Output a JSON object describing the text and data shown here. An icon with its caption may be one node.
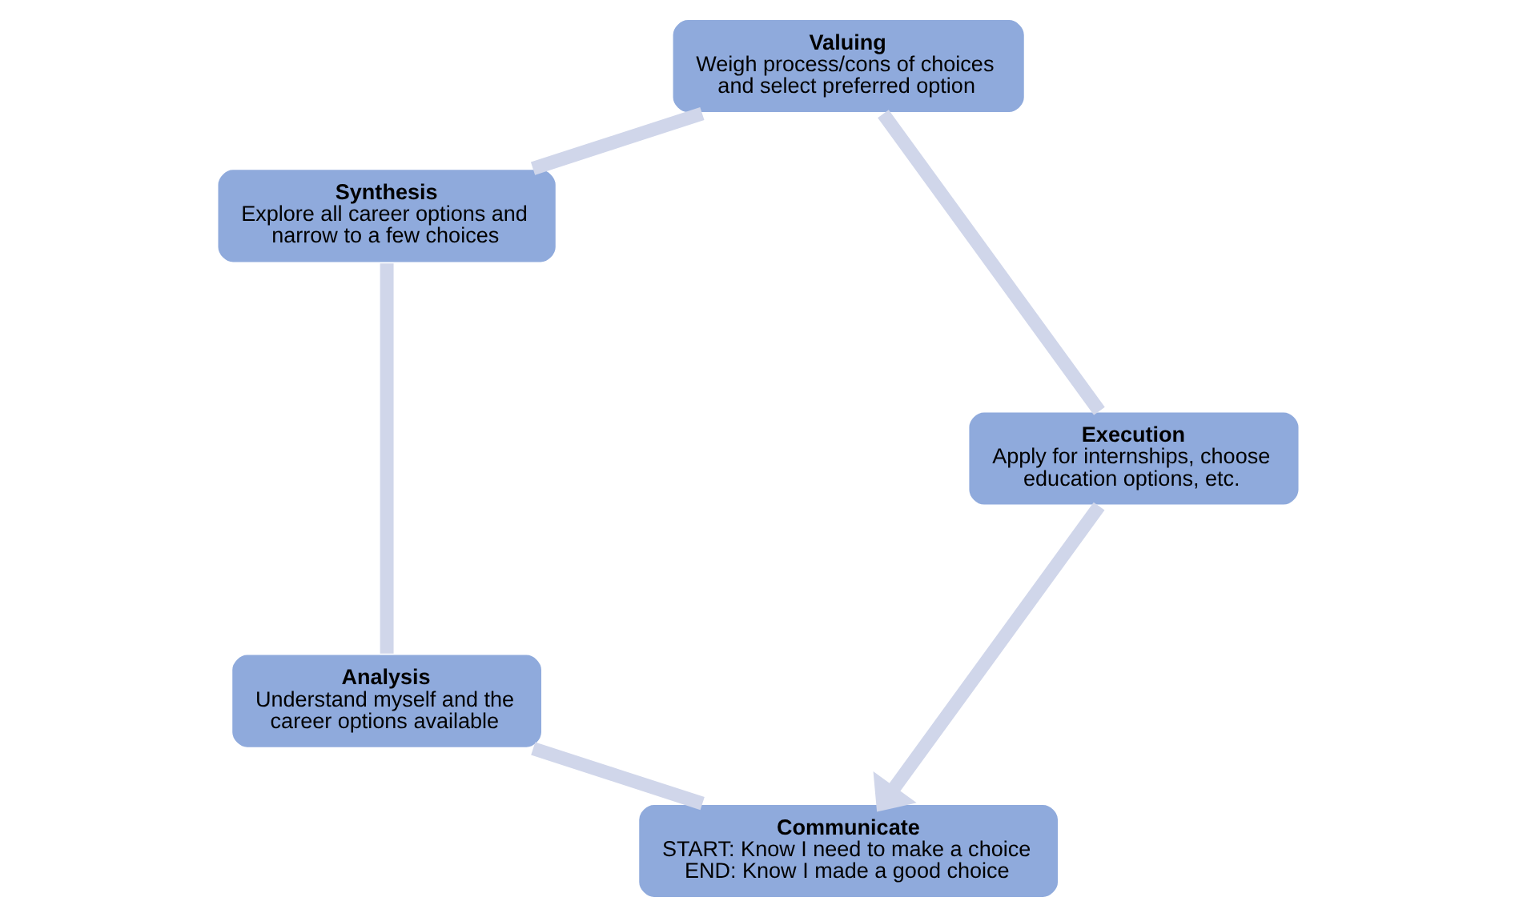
{
  "diagram": {
    "nodes": [
      {
        "text": [
          "Communicate",
          "START: Know I need to make a choice",
          "END: Know I made a good choice"
        ]
      },
      {
        "text": [
          "Analysis",
          "Understand myself and the career options available"
        ]
      },
      {
        "text": [
          "Synthesis",
          "Explore all career options and narrow to a few choices"
        ]
      },
      {
        "text": [
          "Valuing",
          "Weigh process/cons of choices and select preferred option"
        ]
      },
      {
        "text": [
          "Execution",
          "Apply for internships, choose education options, etc."
        ]
      }
    ],
    "edges": [
      {
        "from": 0,
        "to": 1,
        "arrow": "none"
      },
      {
        "from": 1,
        "to": 2,
        "arrow": "none"
      },
      {
        "from": 2,
        "to": 3,
        "arrow": "none"
      },
      {
        "from": 3,
        "to": 4,
        "arrow": "none"
      },
      {
        "from": 4,
        "to": 0,
        "arrow": "to"
      }
    ]
  }
}
